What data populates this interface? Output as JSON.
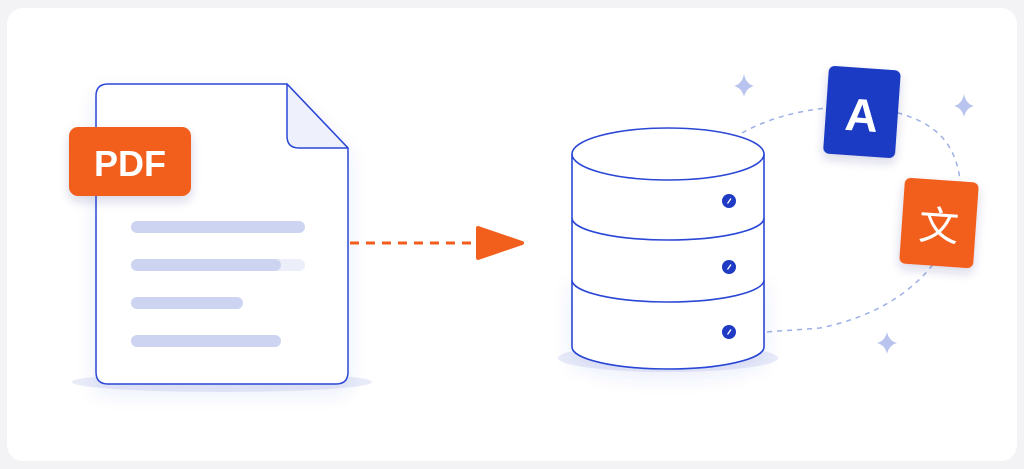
{
  "document": {
    "badge_label": "PDF",
    "badge_color": "#f25f1c",
    "outline_color": "#2a47d6",
    "text_line_color": "#ccd4f2",
    "text_line_count": 4
  },
  "flow": {
    "arrow_color": "#f25f1c",
    "arrow_style": "dashed"
  },
  "database": {
    "layers": 3,
    "outline_color": "#2a47d6",
    "indicator_color": "#1f3bc4"
  },
  "languages": {
    "latin_label": "A",
    "latin_color": "#1f3bc4",
    "cjk_label": "文",
    "cjk_color": "#f25f1c"
  },
  "decorations": {
    "sparkle_icon": "four-point-star-icon",
    "sparkle_color": "#b9c4ee",
    "orbit_color": "#9eb0e6"
  }
}
